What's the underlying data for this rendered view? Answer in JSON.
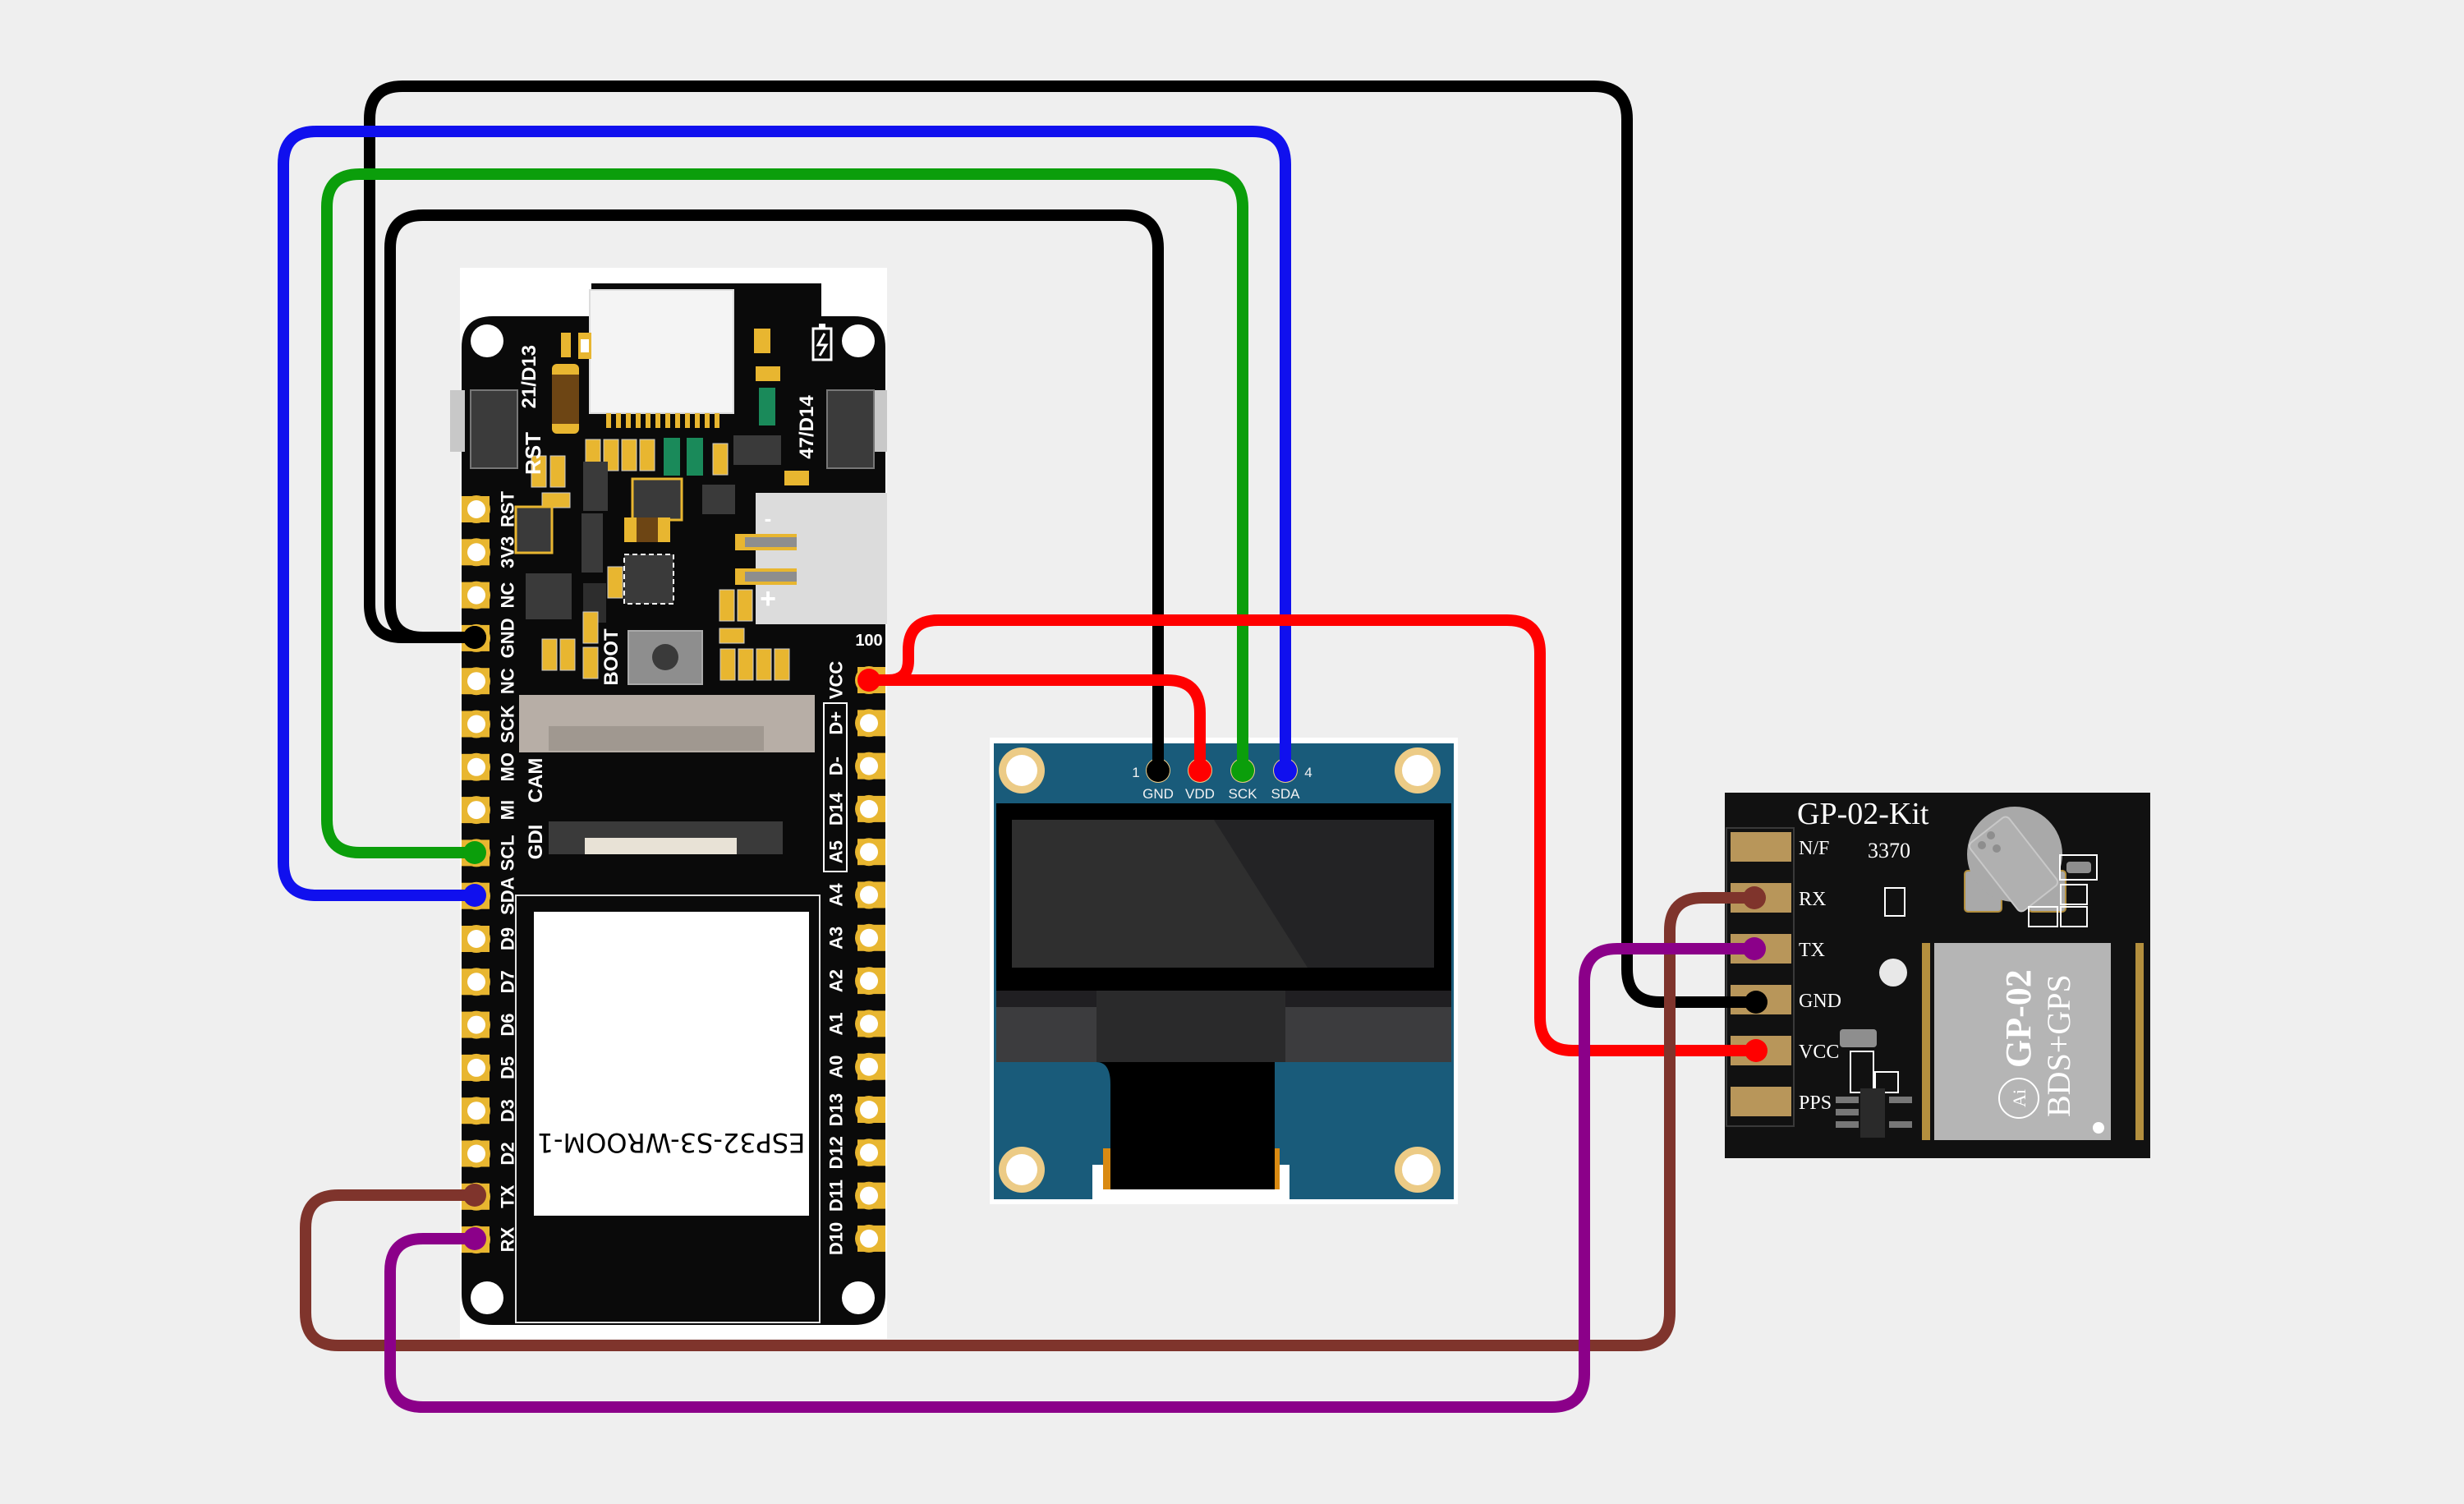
{
  "canvas": {
    "background": "#efefef"
  },
  "esp32": {
    "module_label": "ESP32-S3-WROOM-1",
    "top_labels": {
      "btn_left_top": "21/D13",
      "btn_left": "RST",
      "btn_right": "47/D14",
      "boot": "BOOT",
      "cam": "CAM",
      "gdi": "GDI",
      "resistor": "100",
      "battery_minus": "-",
      "battery_plus": "+"
    },
    "left_pins": [
      "RST",
      "3V3",
      "NC",
      "GND",
      "NC",
      "SCK",
      "MO",
      "MI",
      "SCL",
      "SDA",
      "D9",
      "D7",
      "D6",
      "D5",
      "D3",
      "D2",
      "TX",
      "RX"
    ],
    "right_pins": [
      "VCC",
      "D+",
      "D-",
      "D14",
      "A5",
      "A4",
      "A3",
      "A2",
      "A1",
      "A0",
      "D13",
      "D12",
      "D11",
      "D10"
    ]
  },
  "oled": {
    "pins": [
      "GND",
      "VDD",
      "SCK",
      "SDA"
    ],
    "pin_first_index": "1",
    "pin_last_index": "4"
  },
  "gps": {
    "title": "GP-02-Kit",
    "code": "3370",
    "pins": [
      "N/F",
      "RX",
      "TX",
      "GND",
      "VCC",
      "PPS"
    ],
    "chip_model": "GP-02",
    "chip_desc": "BDS+GPS",
    "chip_logo": "Ai"
  },
  "wires": [
    {
      "id": "wire-gnd-oled",
      "color": "#000000",
      "from": "ESP32 GND",
      "to": "OLED GND"
    },
    {
      "id": "wire-gnd-gps",
      "color": "#000000",
      "from": "ESP32 GND",
      "to": "GPS GND"
    },
    {
      "id": "wire-scl",
      "color": "#0b9e0b",
      "from": "ESP32 SCL",
      "to": "OLED SCK"
    },
    {
      "id": "wire-sda",
      "color": "#1010ee",
      "from": "ESP32 SDA",
      "to": "OLED SDA"
    },
    {
      "id": "wire-vcc-oled",
      "color": "#ff0000",
      "from": "ESP32 VCC",
      "to": "OLED VDD"
    },
    {
      "id": "wire-vcc-gps",
      "color": "#ff0000",
      "from": "ESP32 VCC",
      "to": "GPS VCC"
    },
    {
      "id": "wire-tx",
      "color": "#7f342c",
      "from": "ESP32 TX",
      "to": "GPS RX"
    },
    {
      "id": "wire-rx",
      "color": "#8b0089",
      "from": "ESP32 RX",
      "to": "GPS TX"
    }
  ]
}
